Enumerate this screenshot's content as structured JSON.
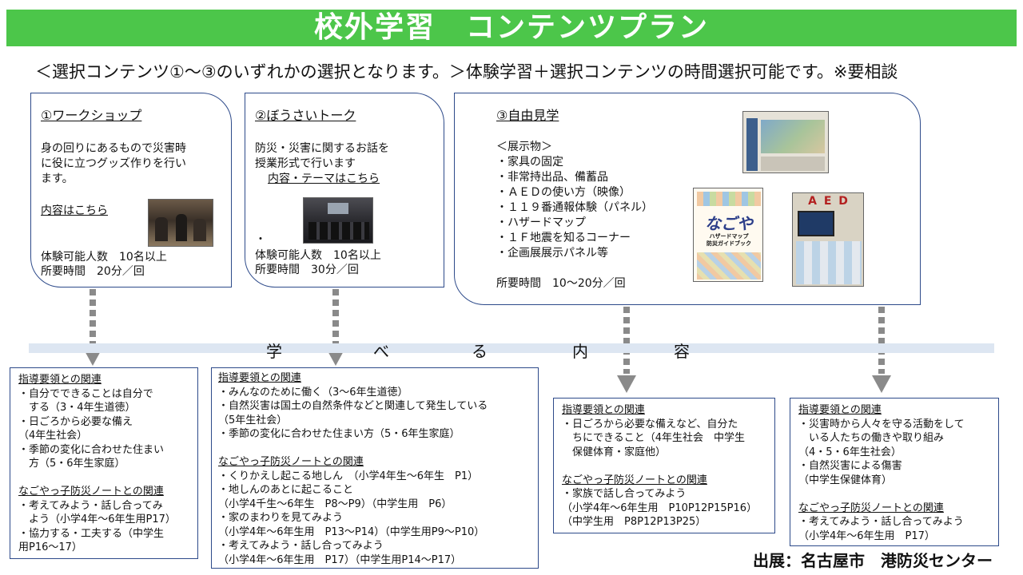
{
  "banner": {
    "title": "校外学習　コンテンツプラン",
    "color": "#4cc64a"
  },
  "subtitle": "＜選択コンテンツ①～③のいずれかの選択となります。＞体験学習＋選択コンテンツの時間選択可能です。※要相談",
  "cards": {
    "workshop": {
      "title": "①ワークショップ",
      "desc": "身の回りにあるもので災害時\nに役に立つグッズ作りを行い\nます。",
      "link": "内容はこちら",
      "capacity": "体験可能人数　10名以上",
      "duration": "所要時間　20分／回"
    },
    "talk": {
      "title": "②ぼうさいトーク",
      "desc": "防災・災害に関するお話を\n授業形式で行います",
      "link": "内容・テーマはこちら",
      "bullet": "・",
      "capacity": "体験可能人数　10名以上",
      "duration": "所要時間　30分／回"
    },
    "free": {
      "title": "③自由見学",
      "header": "＜展示物＞",
      "items": [
        "・家具の固定",
        "・非常持出品、備蓄品",
        "・ＡＥＤの使い方（映像）",
        "・１１９番通報体験（パネル）",
        "・ハザードマップ",
        "・１Ｆ地震を知るコーナー",
        "・企画展展示パネル等"
      ],
      "duration": "所要時間　10～20分／回",
      "booklet_title": "なごや",
      "booklet_sub": "ハザードマップ\n防災ガイドブック",
      "aed_text": "A E D"
    }
  },
  "learn_band": {
    "chars": [
      "学",
      "べ",
      "る",
      "内",
      "容"
    ],
    "color": "#dde6f2"
  },
  "boxes": {
    "box1": "指導要領との関連\n・自分でできることは自分で\n　する（3・4年生道徳）\n・日ごろから必要な備え\n（4年生社会）\n・季節の変化に合わせた住まい\n　方（5・6年生家庭）\n\nなごやっ子防災ノートとの関連\n・考えてみよう・話し合ってみ\n　よう（小学4年～6年生用P17）\n・協力する・工夫する（中学生\n用P16～17）",
    "box2": "指導要領との関連\n・みんなのために働く（3～6年生道徳）\n・自然災害は国土の自然条件などと関連して発生している\n（5年生社会）\n・季節の変化に合わせた住まい方（5・6年生家庭）\n\nなごやっ子防災ノートとの関連\n・くりかえし起こる地しん　（小学4年生～6年生　P1）\n・地しんのあとに起こること\n（小学4千生～6年生　P8～P9）（中学生用　P6）\n・家のまわりを見てみよう\n（小学4年～6年生用　P13～P14）（中学生用P9～P10）\n・考えてみよう・話し合ってみよう\n（小学4年～6年生用　P17）（中学生用P14～P17）",
    "box3": "指導要領との関連\n・日ごろから必要な備えなど、自分た\n　ちにできること（4年生社会　中学生\n　保健体育・家庭他）\n\nなごやっ子防災ノートとの関連\n・家族で話し合ってみよう\n（小学4年～6年生用　P10P12P15P16）\n（中学生用　P8P12P13P25）",
    "box4": "指導要領との関連\n・災害時から人々を守る活動をして\n　いる人たちの働きや取り組み\n（4・5・6年生社会）\n・自然災害による傷害\n（中学生保健体育）\n\nなごやっ子防災ノートとの関連\n・考えてみよう・話し合ってみよう\n（小学4年～6年生用　P17）"
  },
  "credit": "出展：名古屋市　港防災センター"
}
